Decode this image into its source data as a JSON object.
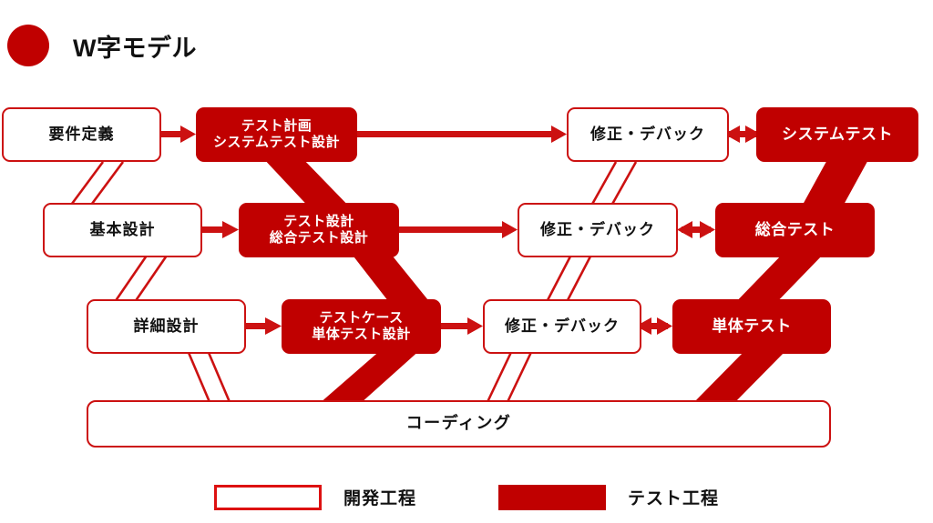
{
  "title": {
    "text": "W字モデル",
    "bullet_icon": "red-circle-bullet"
  },
  "colors": {
    "test_fill": "#c00000",
    "dev_border": "#cc1111",
    "connector": "#cc1111",
    "thick_band": "#c00000",
    "text": "#111111"
  },
  "nodes": {
    "requirements": {
      "label": "要件定義",
      "kind": "dev"
    },
    "test_plan": {
      "label": "テスト計画\nシステムテスト設計",
      "kind": "test"
    },
    "fix_debug_1": {
      "label": "修正・デバック",
      "kind": "dev"
    },
    "system_test": {
      "label": "システムテスト",
      "kind": "test"
    },
    "basic_design": {
      "label": "基本設計",
      "kind": "dev"
    },
    "test_design": {
      "label": "テスト設計\n総合テスト設計",
      "kind": "test"
    },
    "fix_debug_2": {
      "label": "修正・デバック",
      "kind": "dev"
    },
    "integration_test": {
      "label": "総合テスト",
      "kind": "test"
    },
    "detail_design": {
      "label": "詳細設計",
      "kind": "dev"
    },
    "test_case": {
      "label": "テストケース\n単体テスト設計",
      "kind": "test"
    },
    "fix_debug_3": {
      "label": "修正・デバック",
      "kind": "dev"
    },
    "unit_test": {
      "label": "単体テスト",
      "kind": "test"
    },
    "coding": {
      "label": "コーディング",
      "kind": "dev"
    }
  },
  "legend": {
    "items": [
      {
        "label": "開発工程",
        "kind": "dev"
      },
      {
        "label": "テスト工程",
        "kind": "test"
      }
    ]
  },
  "flow": {
    "arrows": [
      {
        "from": "requirements",
        "to": "test_plan",
        "type": "single"
      },
      {
        "from": "test_plan",
        "to": "fix_debug_1",
        "type": "single"
      },
      {
        "from": "fix_debug_1",
        "to": "system_test",
        "type": "double"
      },
      {
        "from": "basic_design",
        "to": "test_design",
        "type": "single"
      },
      {
        "from": "test_design",
        "to": "fix_debug_2",
        "type": "single"
      },
      {
        "from": "fix_debug_2",
        "to": "integration_test",
        "type": "double"
      },
      {
        "from": "detail_design",
        "to": "test_case",
        "type": "single"
      },
      {
        "from": "test_case",
        "to": "fix_debug_3",
        "type": "single"
      },
      {
        "from": "fix_debug_3",
        "to": "unit_test",
        "type": "double"
      }
    ]
  }
}
